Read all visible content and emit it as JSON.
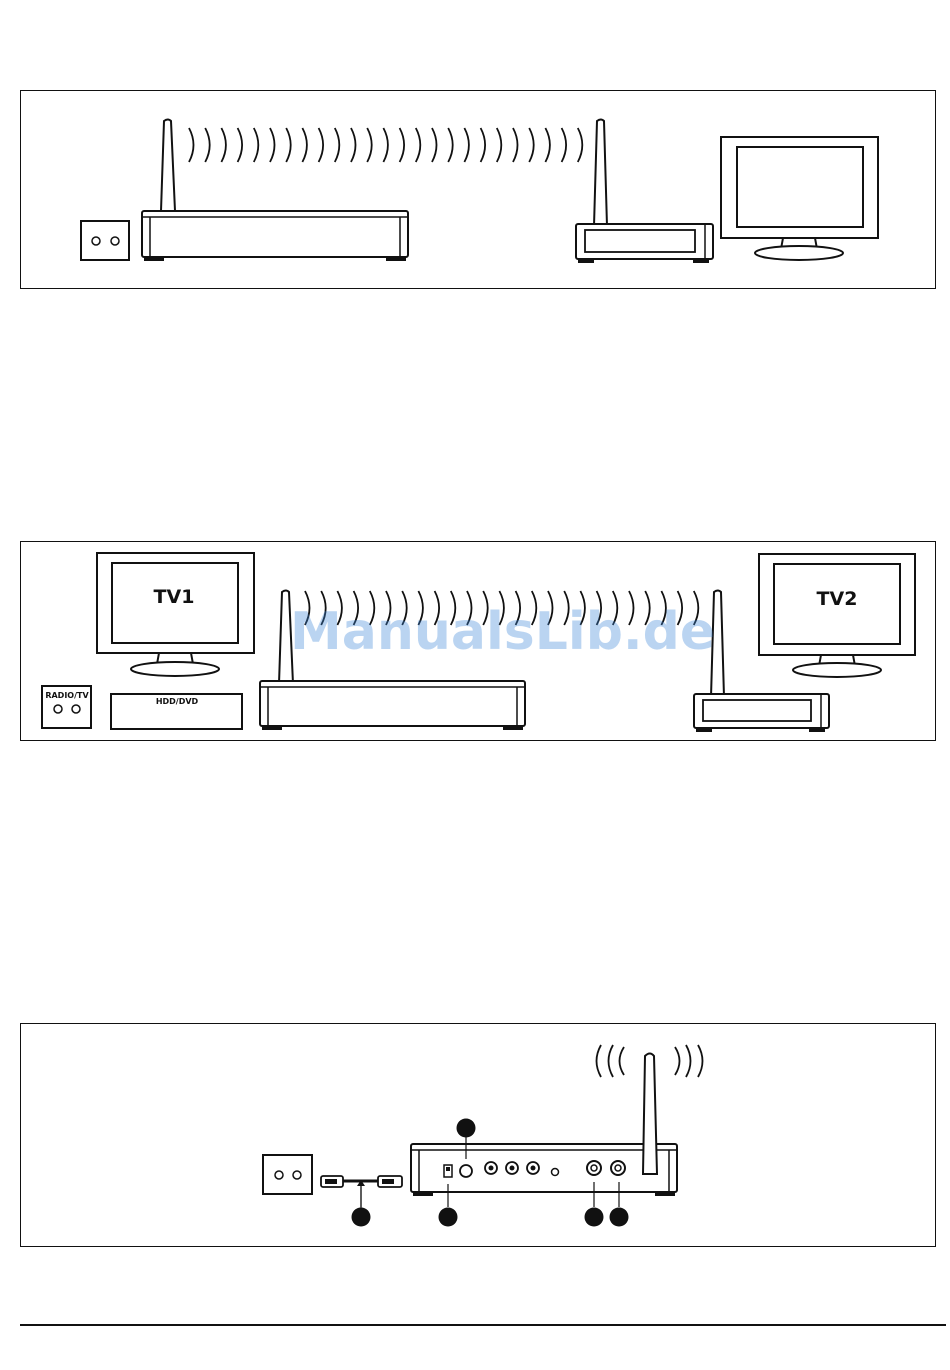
{
  "diagram2": {
    "tv1_label": "TV1",
    "tv2_label": "TV2",
    "radio_tv_label": "RADIO/TV",
    "hdd_dvd_label": "HDD/DVD"
  },
  "watermark": "ManualsLib.de"
}
